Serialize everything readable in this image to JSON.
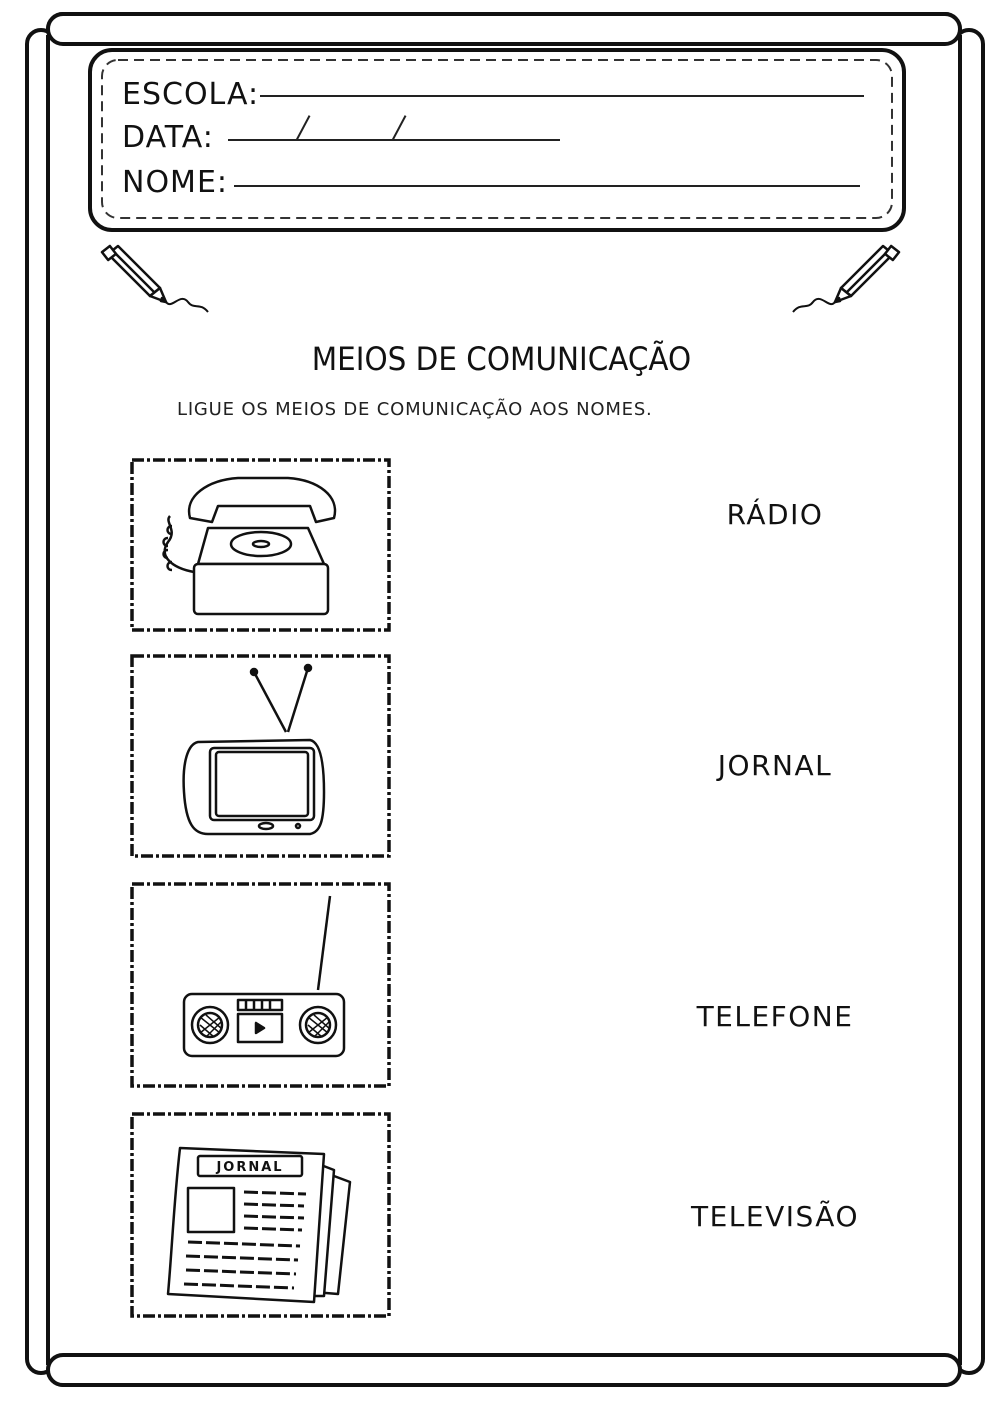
{
  "header": {
    "school_label": "ESCOLA:",
    "date_label": "DATA:",
    "name_label": "NOME:"
  },
  "title": "MEIOS DE COMUNICAÇÃO",
  "instruction": "LIGUE OS MEIOS DE COMUNICAÇÃO AOS NOMES.",
  "pictures": [
    {
      "icon": "telephone-icon"
    },
    {
      "icon": "television-icon"
    },
    {
      "icon": "radio-icon"
    },
    {
      "icon": "newspaper-icon",
      "text": "JORNAL"
    }
  ],
  "words": [
    "RÁDIO",
    "JORNAL",
    "TELEFONE",
    "TELEVISÃO"
  ]
}
